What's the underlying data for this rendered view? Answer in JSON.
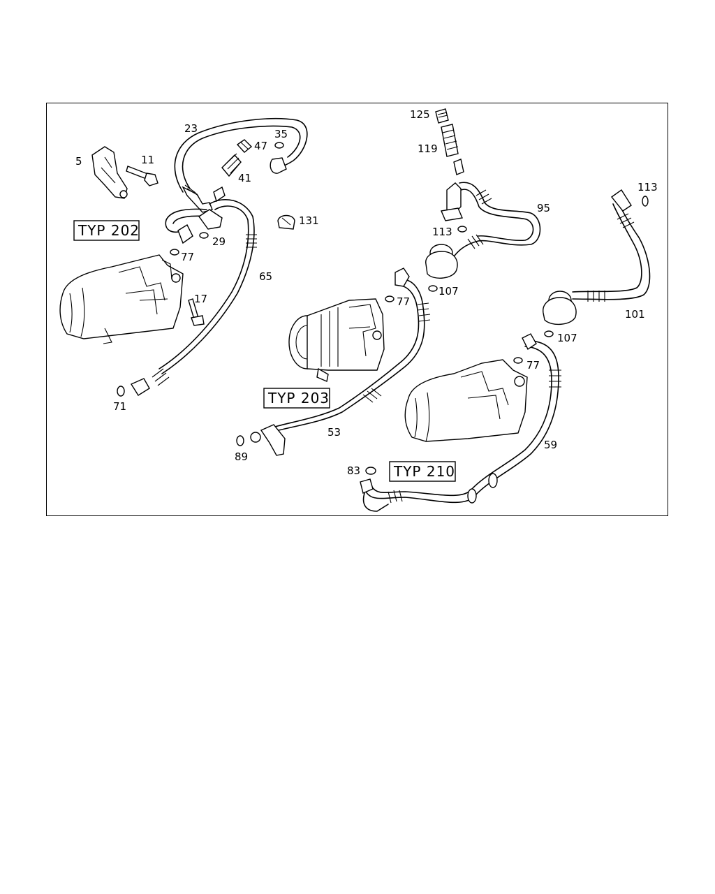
{
  "type_labels": {
    "typ202": "TYP 202",
    "typ203": "TYP 203",
    "typ210": "TYP 210"
  },
  "callouts": {
    "c5": "5",
    "c11": "11",
    "c23": "23",
    "c35": "35",
    "c47": "47",
    "c41": "41",
    "c29": "29",
    "c131": "131",
    "c77a": "77",
    "c65": "65",
    "c17": "17",
    "c71": "71",
    "c125": "125",
    "c119": "119",
    "c95": "95",
    "c113a": "113",
    "c107a": "107",
    "c77b": "77",
    "c113b": "113",
    "c101": "101",
    "c107b": "107",
    "c77c": "77",
    "c53": "53",
    "c89": "89",
    "c59": "59",
    "c83": "83"
  }
}
